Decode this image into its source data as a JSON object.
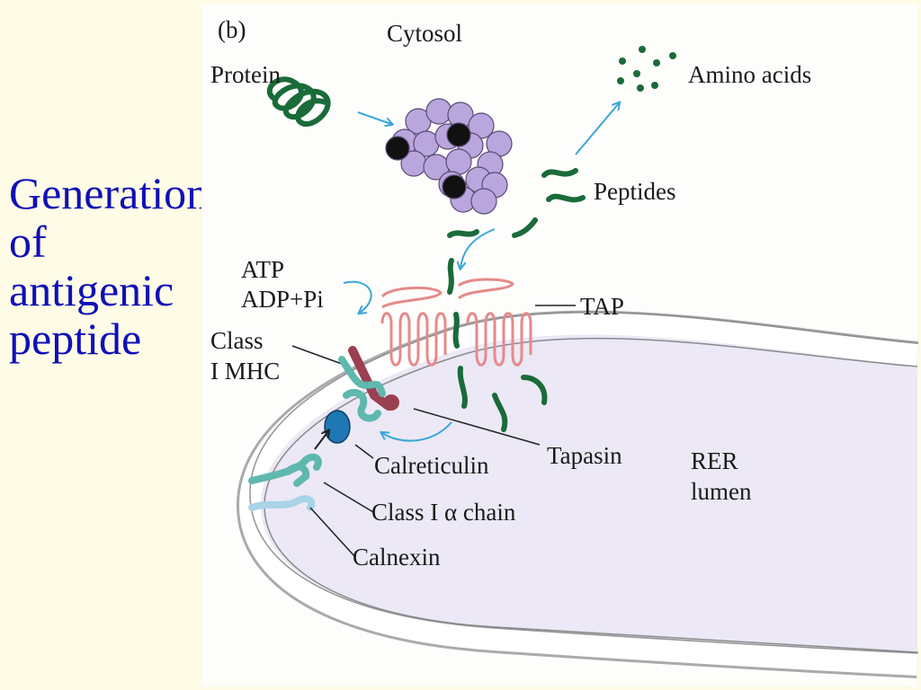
{
  "slide": {
    "title_lines": [
      "Generation",
      "of",
      "antigenic",
      "peptide"
    ]
  },
  "figure": {
    "panel_label": "(b)",
    "labels": {
      "cytosol": "Cytosol",
      "protein": "Protein",
      "amino_acids": "Amino acids",
      "peptides": "Peptides",
      "atp": "ATP",
      "adp_pi": "ADP+Pi",
      "tap": "TAP",
      "class_mhc_1": "Class",
      "class_mhc_2": "I MHC",
      "tapasin": "Tapasin",
      "calreticulin": "Calreticulin",
      "rer_1": "RER",
      "rer_2": "lumen",
      "class_alpha": "Class I α chain",
      "calnexin": "Calnexin"
    },
    "colors": {
      "title": "#0f0fb8",
      "background": "#fefbe6",
      "figure_background": "#fdfdfb",
      "lumen": "#ece8f6",
      "peptide_green": "#1a6b3a",
      "proteasome_purple": "#b9a6dc",
      "tap_pink": "#e58a8a",
      "arrow_blue": "#3aa6d8",
      "mhc_teal": "#5fb8ae",
      "tapasin_maroon": "#9b4050",
      "calreticulin_blue": "#1f77b4",
      "calnexin_lightblue": "#a8d4e6"
    }
  }
}
